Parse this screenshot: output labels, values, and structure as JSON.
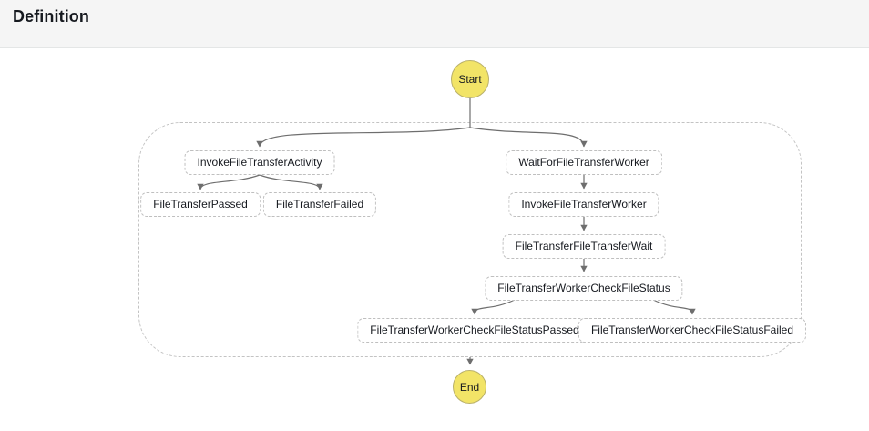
{
  "header": {
    "title": "Definition"
  },
  "diagram": {
    "start_label": "Start",
    "end_label": "End",
    "nodes": {
      "invoke_file_transfer_activity": {
        "label": "InvokeFileTransferActivity"
      },
      "file_transfer_passed": {
        "label": "FileTransferPassed"
      },
      "file_transfer_failed": {
        "label": "FileTransferFailed"
      },
      "wait_for_file_transfer_worker": {
        "label": "WaitForFileTransferWorker"
      },
      "invoke_file_transfer_worker": {
        "label": "InvokeFileTransferWorker"
      },
      "file_transfer_file_transfer_wait": {
        "label": "FileTransferFileTransferWait"
      },
      "file_transfer_worker_check_file_status": {
        "label": "FileTransferWorkerCheckFileStatus"
      },
      "file_transfer_worker_check_file_status_passed": {
        "label": "FileTransferWorkerCheckFileStatusPassed"
      },
      "file_transfer_worker_check_file_status_failed": {
        "label": "FileTransferWorkerCheckFileStatusFailed"
      }
    },
    "edges": [
      {
        "from": "Start",
        "to": "InvokeFileTransferActivity"
      },
      {
        "from": "Start",
        "to": "WaitForFileTransferWorker"
      },
      {
        "from": "InvokeFileTransferActivity",
        "to": "FileTransferPassed"
      },
      {
        "from": "InvokeFileTransferActivity",
        "to": "FileTransferFailed"
      },
      {
        "from": "WaitForFileTransferWorker",
        "to": "InvokeFileTransferWorker"
      },
      {
        "from": "InvokeFileTransferWorker",
        "to": "FileTransferFileTransferWait"
      },
      {
        "from": "FileTransferFileTransferWait",
        "to": "FileTransferWorkerCheckFileStatus"
      },
      {
        "from": "FileTransferWorkerCheckFileStatus",
        "to": "FileTransferWorkerCheckFileStatusPassed"
      },
      {
        "from": "FileTransferWorkerCheckFileStatus",
        "to": "FileTransferWorkerCheckFileStatusFailed"
      },
      {
        "from": "ParallelContainer",
        "to": "End"
      }
    ],
    "colors": {
      "terminal_fill": "#f2e467",
      "terminal_border": "#b9b06a",
      "edge": "#6e6e6e",
      "box_border": "#bfbfbf",
      "container_border": "#c3c3c3"
    }
  }
}
